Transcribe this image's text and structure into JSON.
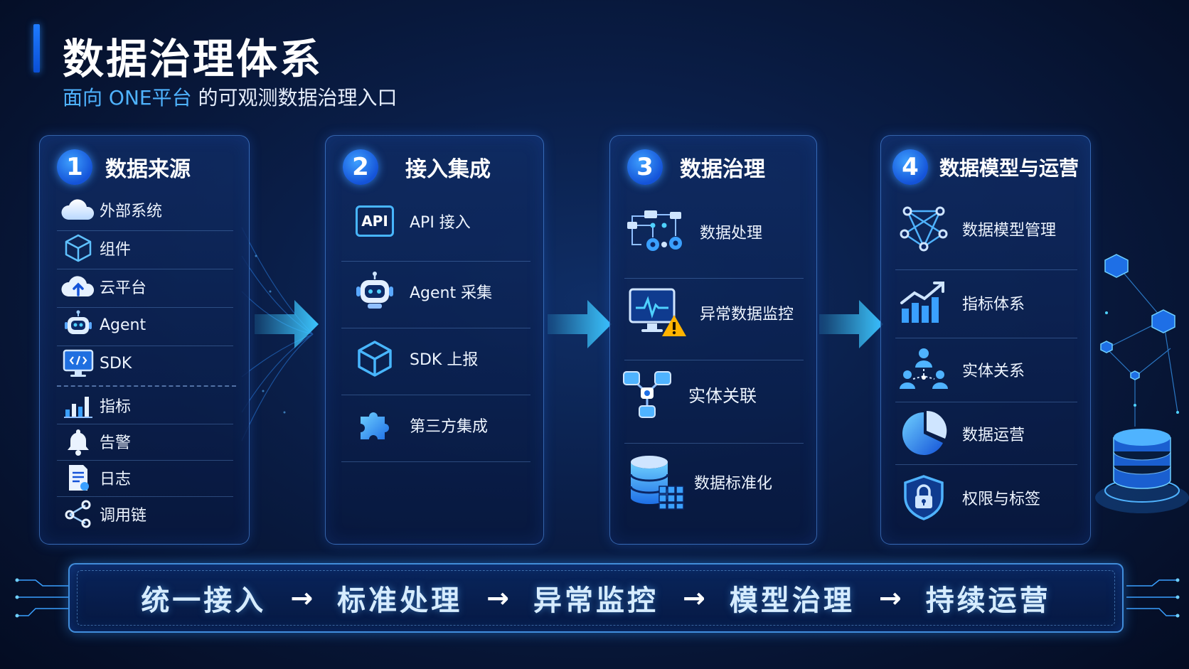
{
  "header": {
    "title": "数据治理体系",
    "subtitle_highlight": "面向 ONE平台",
    "subtitle_rest": " 的可观测数据治理入口"
  },
  "cards": [
    {
      "number": "1",
      "title": "数据来源",
      "items": [
        {
          "label": "外部系统",
          "icon": "cloud-icon"
        },
        {
          "label": "组件",
          "icon": "cube-icon"
        },
        {
          "label": "云平台",
          "icon": "cloud-upload-icon"
        },
        {
          "label": "Agent",
          "icon": "robot-icon"
        },
        {
          "label": "SDK",
          "icon": "code-monitor-icon"
        },
        {
          "label": "指标",
          "icon": "bar-chart-icon"
        },
        {
          "label": "告警",
          "icon": "bell-icon"
        },
        {
          "label": "日志",
          "icon": "log-document-icon"
        },
        {
          "label": "调用链",
          "icon": "share-nodes-icon"
        }
      ]
    },
    {
      "number": "2",
      "title": "接入集成",
      "api_badge": "API",
      "items": [
        {
          "label": "API 接入",
          "icon": "api-icon"
        },
        {
          "label": "Agent 采集",
          "icon": "robot-icon"
        },
        {
          "label": "SDK 上报",
          "icon": "cube-icon"
        },
        {
          "label": "第三方集成",
          "icon": "puzzle-icon"
        }
      ]
    },
    {
      "number": "3",
      "title": "数据治理",
      "items": [
        {
          "label": "数据处理",
          "icon": "process-gears-icon"
        },
        {
          "label": "异常数据监控",
          "icon": "monitor-warning-icon"
        },
        {
          "label": "实体关联",
          "icon": "entity-link-icon"
        },
        {
          "label": "数据标准化",
          "icon": "database-grid-icon"
        }
      ]
    },
    {
      "number": "4",
      "title": "数据模型与运营",
      "items": [
        {
          "label": "数据模型管理",
          "icon": "network-model-icon"
        },
        {
          "label": "指标体系",
          "icon": "growth-chart-icon"
        },
        {
          "label": "实体关系",
          "icon": "org-people-icon"
        },
        {
          "label": "数据运营",
          "icon": "pie-chart-icon"
        },
        {
          "label": "权限与标签",
          "icon": "shield-lock-icon"
        }
      ]
    }
  ],
  "flow": [
    "统一接入",
    "标准处理",
    "异常监控",
    "模型治理",
    "持续运营"
  ],
  "flow_arrow": "→",
  "colors": {
    "accent": "#1e7bff",
    "highlight": "#4fb3ff",
    "arrow": "#3cc6ff",
    "warning": "#ffb300"
  }
}
